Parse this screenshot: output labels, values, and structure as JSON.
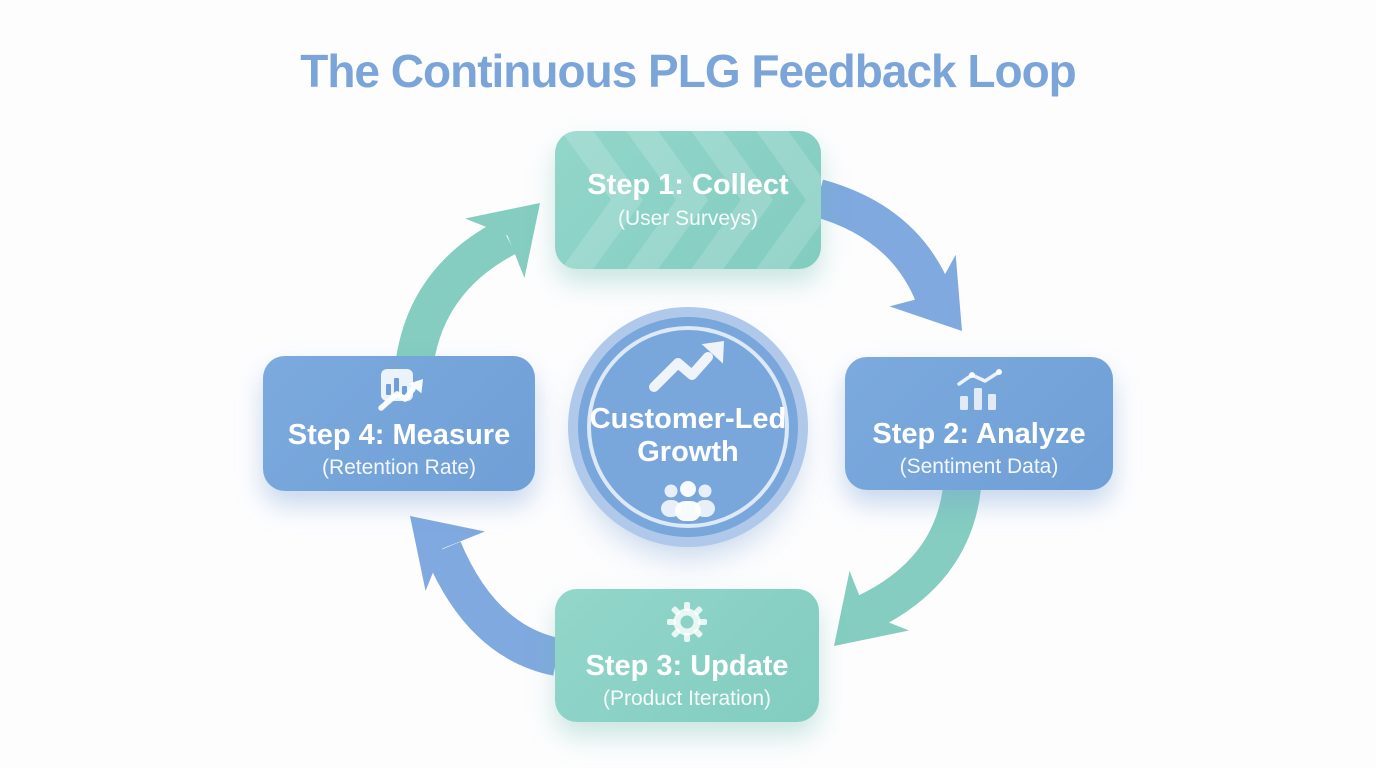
{
  "title": "The Continuous PLG Feedback Loop",
  "center": {
    "title_line1": "Customer-Led",
    "title_line2": "Growth",
    "top_icon": "trending-up-icon",
    "bottom_icon": "people-group-icon",
    "fill_color": "#79A7DB"
  },
  "steps": [
    {
      "label": "Step 1: Collect",
      "sublabel": "(User Surveys)",
      "position": "top",
      "color": "#8AD1C5",
      "icon": "none"
    },
    {
      "label": "Step 2: Analyze",
      "sublabel": "(Sentiment Data)",
      "position": "right",
      "color": "#74A3D8",
      "icon": "bar-line-chart-icon"
    },
    {
      "label": "Step 3: Update",
      "sublabel": "(Product Iteration)",
      "position": "bottom",
      "color": "#8AD1C5",
      "icon": "gear-icon"
    },
    {
      "label": "Step 4: Measure",
      "sublabel": "(Retention Rate)",
      "position": "left",
      "color": "#74A3D8",
      "icon": "chart-report-icon"
    }
  ],
  "arrows": [
    {
      "from": "Step 1: Collect",
      "to": "Step 2: Analyze",
      "color": "#7FA9DF",
      "direction": "clockwise"
    },
    {
      "from": "Step 2: Analyze",
      "to": "Step 3: Update",
      "color": "#84CDC0",
      "direction": "clockwise"
    },
    {
      "from": "Step 3: Update",
      "to": "Step 4: Measure",
      "color": "#7FA9DF",
      "direction": "clockwise"
    },
    {
      "from": "Step 4: Measure",
      "to": "Step 1: Collect",
      "color": "#84CDC0",
      "direction": "clockwise"
    }
  ],
  "colors": {
    "background": "#FDFDFE",
    "title_text": "#7BA5D9",
    "step_text": "#FFFFFF",
    "teal_box": "#8AD1C5",
    "blue_box": "#74A3D8"
  }
}
